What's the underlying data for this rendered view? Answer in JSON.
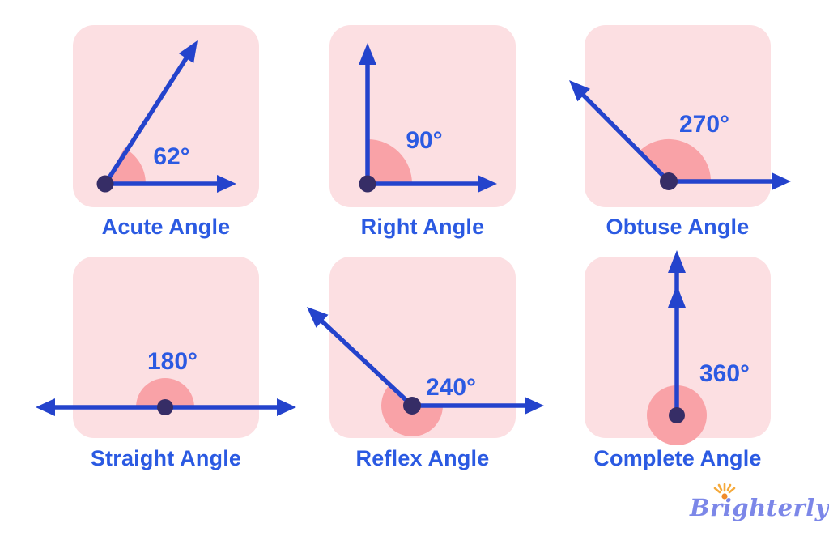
{
  "panels": [
    {
      "id": "acute",
      "degrees": 62,
      "degree_label": "62°",
      "caption": "Acute Angle"
    },
    {
      "id": "right",
      "degrees": 90,
      "degree_label": "90°",
      "caption": "Right Angle"
    },
    {
      "id": "obtuse",
      "degrees": 270,
      "degree_label": "270°",
      "caption": "Obtuse Angle"
    },
    {
      "id": "straight",
      "degrees": 180,
      "degree_label": "180°",
      "caption": "Straight Angle"
    },
    {
      "id": "reflex",
      "degrees": 240,
      "degree_label": "240°",
      "caption": "Reflex Angle"
    },
    {
      "id": "complete",
      "degrees": 360,
      "degree_label": "360°",
      "caption": "Complete Angle"
    }
  ],
  "logo": {
    "text": "Brighterly",
    "sun_icon": "sun-icon"
  },
  "colors": {
    "background": "#ffffff",
    "card_pink": "#fcdfe2",
    "wedge_pink": "#f9a2a7",
    "ray_blue": "#2443cc",
    "vertex_dot": "#362d66",
    "label_blue": "#2b5ae2",
    "logo_purple": "#7c87e8",
    "sun_yellow": "#f5a93b"
  }
}
